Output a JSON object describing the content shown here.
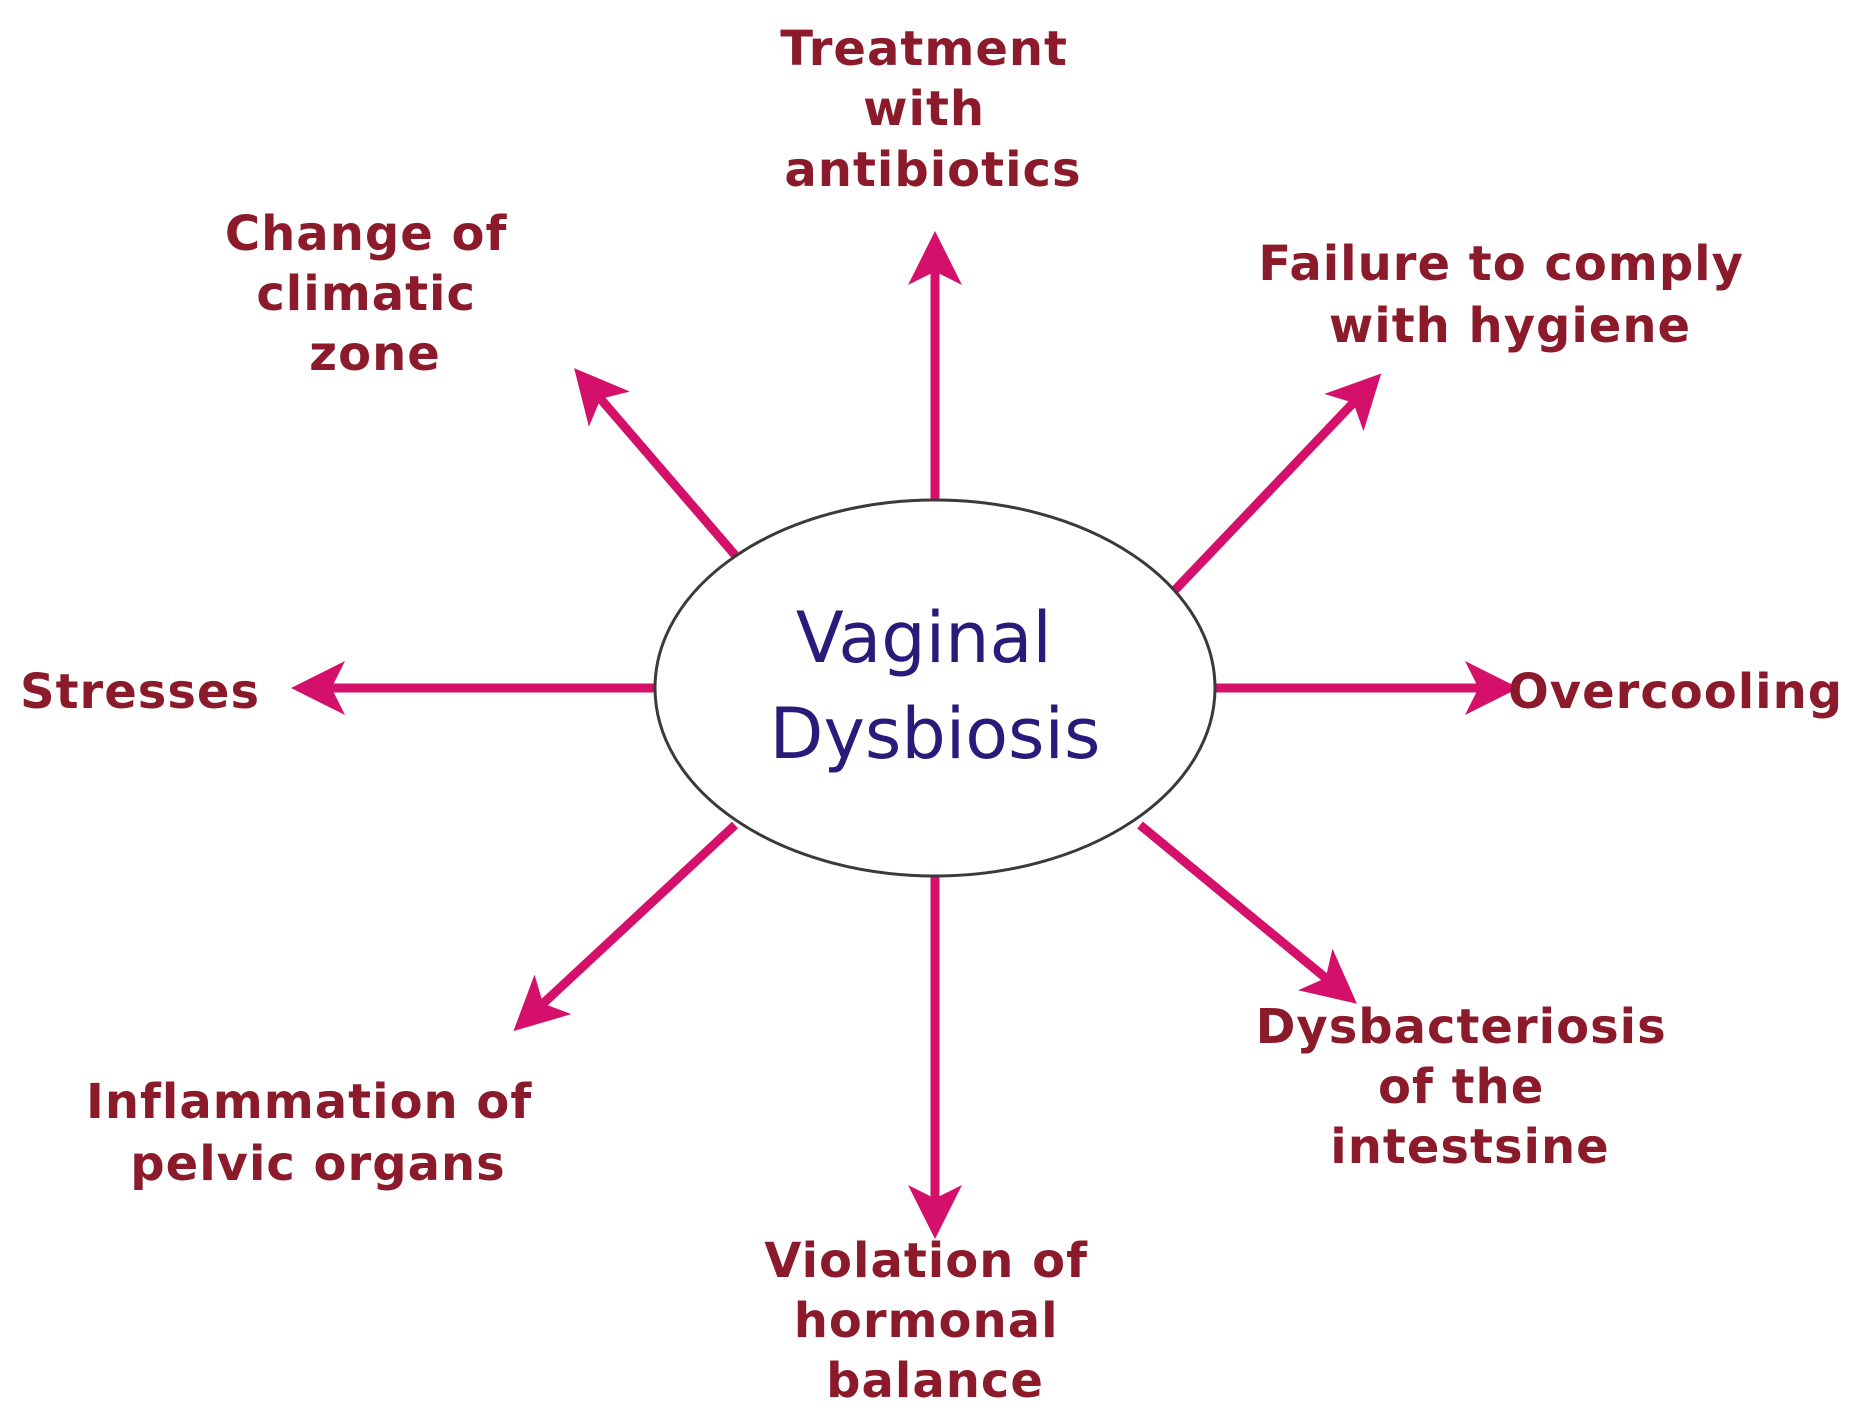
{
  "colors": {
    "arrow": "#d4106a",
    "factor_text": "#8b1a2b",
    "center_text": "#2a1a7a",
    "ellipse_stroke": "#3a3a3a"
  },
  "center": {
    "line1": "Vaginal",
    "line2": "Dysbiosis"
  },
  "factors": {
    "antibiotics": {
      "lines": [
        "Treatment",
        "with",
        "antibiotics"
      ]
    },
    "hygiene": {
      "lines": [
        "Failure to comply",
        "with hygiene"
      ]
    },
    "overcooling": {
      "lines": [
        "Overcooling"
      ]
    },
    "intestine": {
      "lines": [
        "Dysbacteriosis",
        "of the",
        "intestsine"
      ]
    },
    "hormonal": {
      "lines": [
        "Violation of",
        "hormonal",
        "balance"
      ]
    },
    "pelvic": {
      "lines": [
        "Inflammation of",
        "pelvic organs"
      ]
    },
    "stresses": {
      "lines": [
        "Stresses"
      ]
    },
    "climatic": {
      "lines": [
        "Change of",
        "climatic",
        "zone"
      ]
    }
  }
}
